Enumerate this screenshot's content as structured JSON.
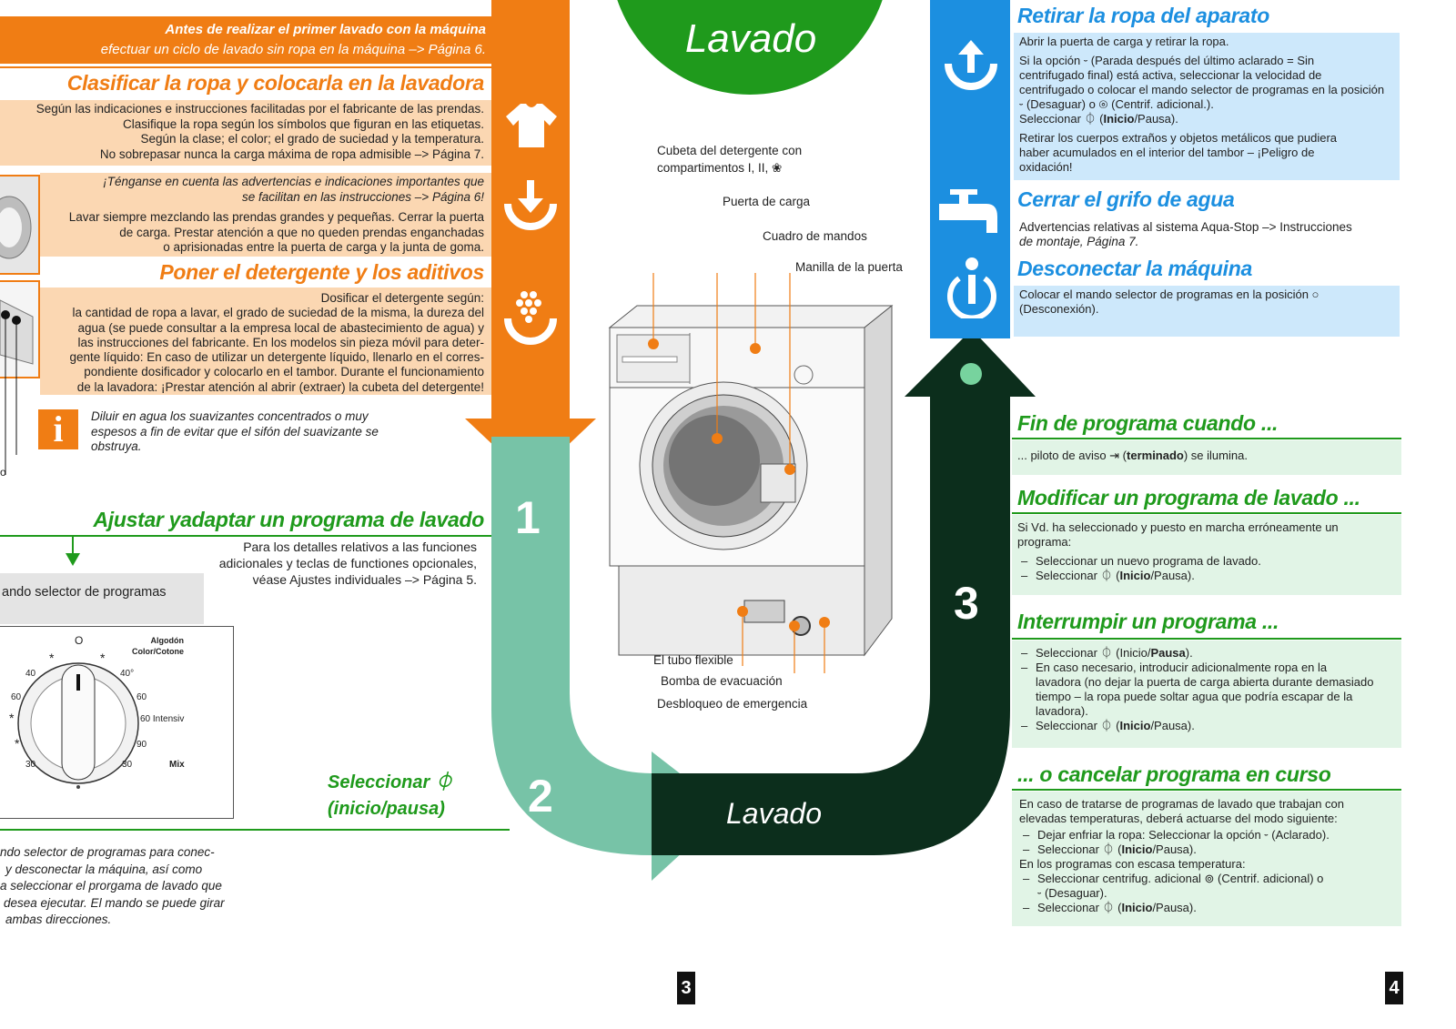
{
  "colors": {
    "orange": "#f07d14",
    "teal": "#77c3a7",
    "dark_green": "#0c2e1c",
    "green": "#1f9a1c",
    "blue": "#1c8fe0",
    "light_blue": "#cde8fb",
    "light_green": "#e1f4e6",
    "light_orange": "#fbd7b2"
  },
  "header": {
    "title": "Lavado"
  },
  "left": {
    "intro_line1": "Antes de realizar el primer lavado con la máquina",
    "intro_line2": "efectuar un ciclo de lavado sin ropa en la máquina  –> Página 6.",
    "clasificar_title": "Clasificar la ropa y colocarla en la lavadora",
    "clasificar_body": [
      "Según las indicaciones e instrucciones facilitadas por el fabricante de las prendas.",
      "Clasifique la ropa según los símbolos que figuran en las etiquetas.",
      "Según la clase; el color; el grado de suciedad y la temperatura.",
      "No sobrepasar nunca la carga máxima de ropa admisible –> Página 7."
    ],
    "advert_line1": "¡Ténganse en cuenta las advertencias e indicaciones importantes que",
    "advert_line2": "se facilitan en las instrucciones –> Página 6!",
    "lavar_body": [
      "Lavar siempre mezclando las prendas grandes y pequeñas. Cerrar la puerta",
      "de carga. Prestar atención a que no queden prendas enganchadas",
      "o aprisionadas entre la puerta de carga y la junta de goma."
    ],
    "detergente_title": "Poner el detergente y los aditivos",
    "detergente_body": [
      "Dosificar el detergente según:",
      "la cantidad de ropa a lavar, el grado de suciedad de la misma, la dureza del",
      "agua (se puede consultar a la empresa local de abastecimiento de agua) y",
      "las instrucciones del fabricante. En los modelos sin pieza móvil para deter-",
      "gente líquido: En caso de utilizar un detergente líquido, llenarlo en el corres-",
      "pondiente dosificador y colocarlo en el tambor. Durante el funcionamiento",
      "de la lavadora: ¡Prestar atención al abrir (extraer) la cubeta del detergente!"
    ],
    "tip_text": [
      "Diluir en agua los suavizantes concentrados o muy",
      "espesos a fin de evitar que el sifón del suavizante se",
      "obstruya."
    ],
    "tip_icon": "i",
    "ajustar_title": "Ajustar yadaptar un programa de lavado",
    "ajustar_body": [
      "Para los detalles relativos a las funciones",
      "adicionales y teclas de functiones opcionales,",
      "véase Ajustes individuales –> Página 5."
    ],
    "selector_label": "ando selector de programas",
    "seleccionar_line1": "Seleccionar",
    "seleccionar_line2": "(inicio/pausa)",
    "bottom_text": [
      "ndo selector de programas para conec-",
      "y desconectar la máquina, así como",
      "a seleccionar el prorgama de lavado que",
      "desea ejecutar. El mando se puede girar",
      "ambas direcciones."
    ],
    "left_edge_letter": "o"
  },
  "dial": {
    "top_zero": "O",
    "algodon": "Algodón",
    "color": "Color/Cotone",
    "labels": {
      "t40l": "40",
      "t40r": "40°",
      "t60l": "60",
      "t60r": "60",
      "intensiv": "60 Intensiv",
      "t90": "90",
      "t30l": "30",
      "t30r": "30",
      "mix": "Mix",
      "star": "*"
    }
  },
  "machine": {
    "cubeta": "Cubeta del detergente con",
    "cubeta2": "compartimentos I, II, ❀",
    "puerta": "Puerta de carga",
    "cuadro": "Cuadro de mandos",
    "manilla": "Manilla de la puerta",
    "tubo": "El tubo flexible",
    "bomba": "Bomba de evacuación",
    "desbloqueo": "Desbloqueo de emergencia"
  },
  "steps": {
    "one": "1",
    "two": "2",
    "three": "3",
    "lavado_bottom": "Lavado"
  },
  "right": {
    "retirar_title": "Retirar la ropa del aparato",
    "retirar_p1": "Abrir la puerta de carga y retirar la ropa.",
    "retirar_p2": [
      "Si la opción ⏑ (Parada después del último aclarado = Sin",
      "centrifugado final) está activa, seleccionar la velocidad de",
      "centrifugado o colocar el mando selector de programas en la posición",
      "⏑ (Desaguar) o ⊚  (Centrif. adicional.)."
    ],
    "retirar_p2_sel": "Seleccionar ⏀ (",
    "inicio": "Inicio",
    "pausa_tail": "/Pausa).",
    "retirar_p3": [
      "Retirar los cuerpos extraños y objetos metálicos que pudiera",
      "haber acumulados en el interior del tambor – ¡Peligro de",
      "oxidación!"
    ],
    "cerrar_title": "Cerrar el grifo de agua",
    "cerrar_body1": "Advertencias  relativas al sistema Aqua-Stop –> Instrucciones",
    "cerrar_body2": "de montaje, Página 7.",
    "desconectar_title": "Desconectar la máquina",
    "desconectar_body": [
      "Colocar el mando selector de programas en la posición ○",
      "(Desconexión)."
    ],
    "fin_title": "Fin de programa cuando ...",
    "fin_pre": "... piloto de aviso ⇥ (",
    "fin_b": "terminado",
    "fin_post": ") se ilumina.",
    "modificar_title": "Modificar un programa de lavado ...",
    "modificar_body": [
      "Si Vd. ha seleccionado y puesto en marcha erróneamente un",
      "programa:"
    ],
    "modificar_li1": "Seleccionar un nuevo programa de lavado.",
    "sel_prefix": "Seleccionar ⏀ (",
    "interrumpir_title": "Interrumpir un programa ...",
    "sel_inicio_prefix": "Seleccionar ⏀ (Inicio/",
    "pausa": "Pausa",
    "close_paren": ").",
    "interrumpir_li2": [
      "En caso necesario, introducir adicionalmente ropa en la",
      "lavadora (no dejar la puerta de carga abierta durante demasiado",
      "tiempo – la ropa puede soltar agua que podría escapar de la",
      "lavadora)."
    ],
    "cancelar_title": "... o cancelar programa en curso",
    "cancelar_body": [
      "En caso de tratarse de programas de lavado que trabajan con",
      "elevadas temperaturas, deberá actuarse del modo siguiente:"
    ],
    "cancelar_li1": "Dejar enfriar la ropa: Seleccionar la opción ⏑ (Aclarado).",
    "cancelar_mid": "En los programas con escasa temperatura:",
    "cancelar_li3": [
      "Seleccionar centrifug. adicional ⊚  (Centrif. adicional)  o",
      "⏑ (Desaguar)."
    ]
  },
  "pages": {
    "left": "3",
    "right": "4"
  }
}
